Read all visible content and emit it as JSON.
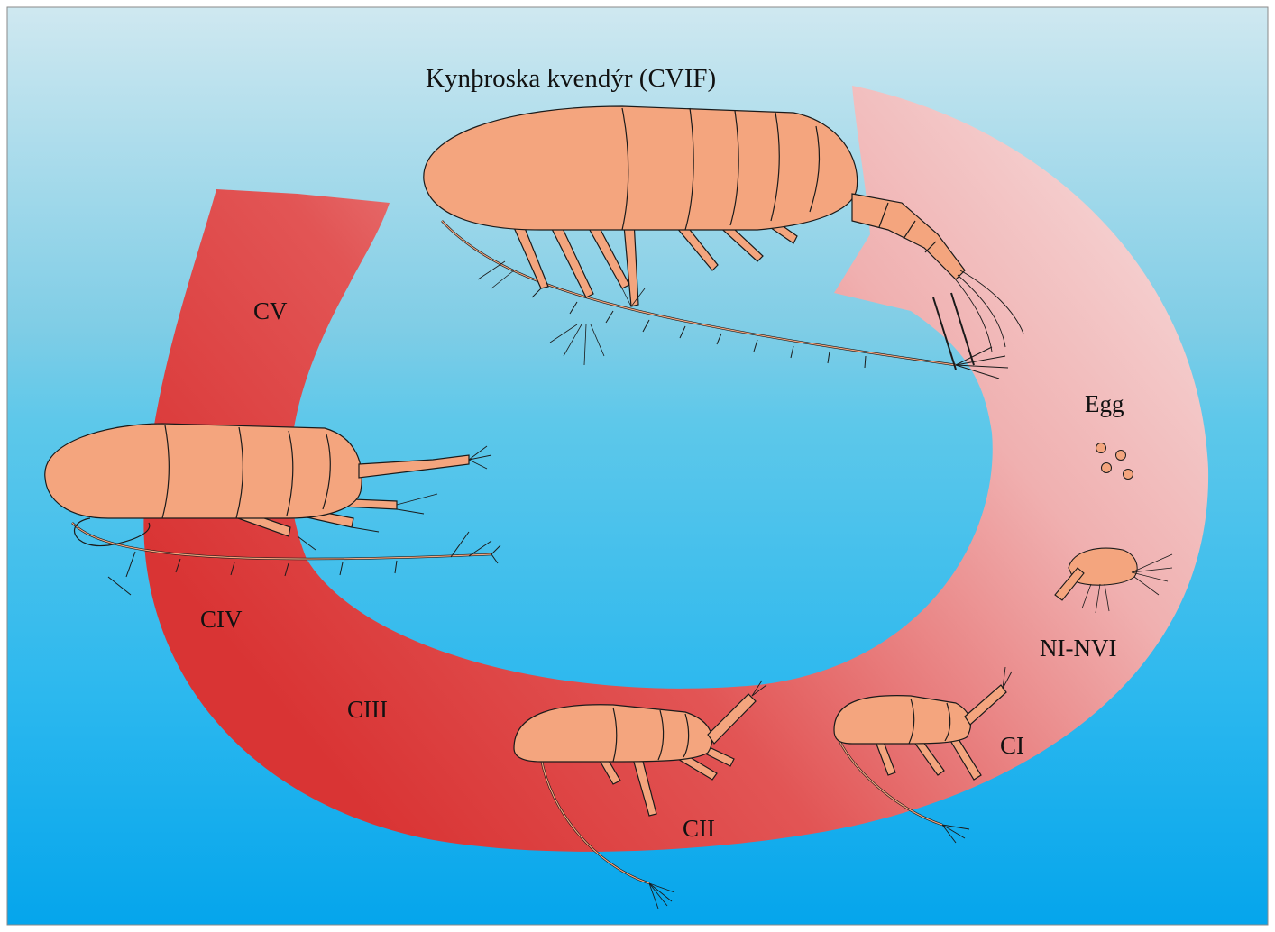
{
  "title": "Kynþroska kvendýr (CVIF)",
  "stages": {
    "egg": "Egg",
    "nauplius": "NI-NVI",
    "c1": "CI",
    "c2": "CII",
    "c3": "CIII",
    "c4": "CIV",
    "c5": "CV"
  },
  "colors": {
    "water_top": "#c9e6ef",
    "water_bottom": "#0aa6ec",
    "cycle_light": "#f6dcdc",
    "cycle_dark": "#dc3838",
    "animal_fill": "#f4a57e",
    "outline": "#1a1a1a"
  },
  "icons": [
    "copepod-adult-female-icon",
    "copepod-cv-icon",
    "copepod-cii-icon",
    "copepod-ci-icon",
    "nauplius-icon",
    "egg-icon"
  ]
}
